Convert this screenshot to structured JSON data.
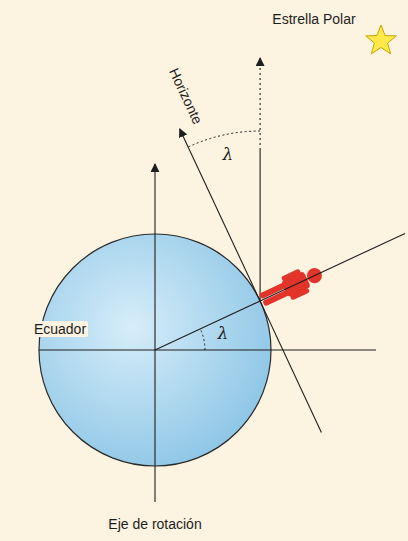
{
  "diagram": {
    "labels": [
      "Estrella Polar",
      "Horizonte",
      "λ",
      "λ",
      "Ecuador",
      "Eje de rotación"
    ]
  }
}
